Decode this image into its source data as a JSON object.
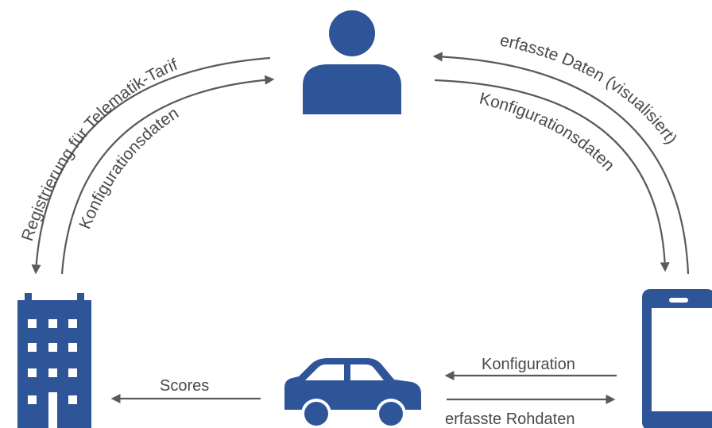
{
  "colors": {
    "icon": "#2e5597",
    "arrow": "#5a5a5a",
    "text": "#4a4a4a"
  },
  "nodes": {
    "person": {
      "icon": "person-icon"
    },
    "company": {
      "icon": "building-icon"
    },
    "car": {
      "icon": "car-icon"
    },
    "phone": {
      "icon": "smartphone-icon"
    }
  },
  "edges": {
    "registration": "Registrierung für Telematik-Tarif",
    "config_left": "Konfigurationsdaten",
    "captured_visualized": "erfasste Daten (visualisiert)",
    "config_right": "Konfigurationsdaten",
    "configuration": "Konfiguration",
    "raw_data": "erfasste Rohdaten",
    "scores": "Scores"
  }
}
